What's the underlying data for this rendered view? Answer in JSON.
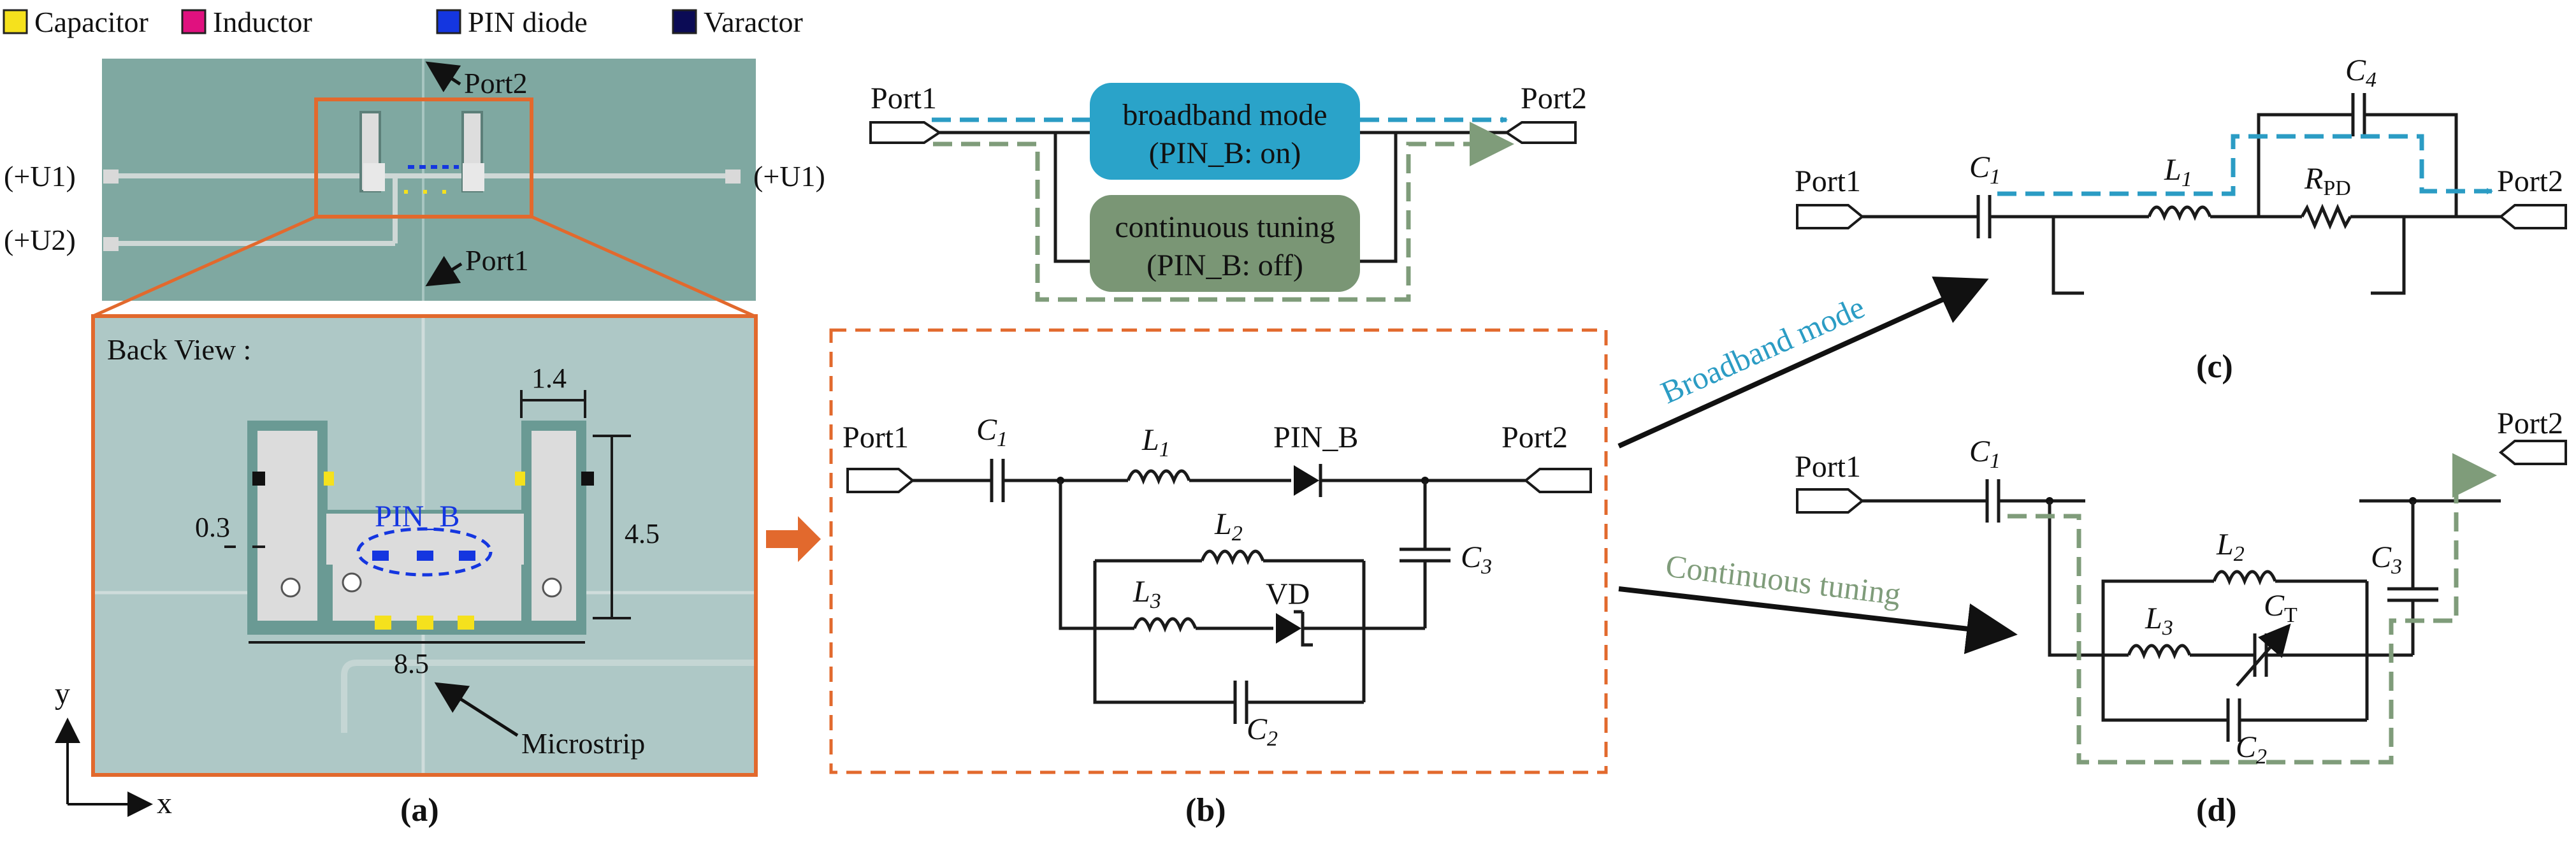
{
  "legend": {
    "capacitor": "Capacitor",
    "inductor": "Inductor",
    "pin_diode": "PIN diode",
    "varactor": "Varactor",
    "colors": {
      "capacitor": "#f5e11d",
      "inductor": "#e0117f",
      "pin_diode": "#1436e0",
      "varactor": "#0b0b55"
    }
  },
  "panel_a": {
    "port2": "Port2",
    "port1": "Port1",
    "u1_left": "(+U1)",
    "u1_right": "(+U1)",
    "u2": "(+U2)",
    "back_view": "Back View :",
    "pin_b": "PIN_B",
    "dim_14": "1.4",
    "dim_03": "0.3",
    "dim_45": "4.5",
    "dim_85": "8.5",
    "microstrip": "Microstrip",
    "axis_y": "y",
    "axis_x": "x",
    "caption": "(a)"
  },
  "panel_b": {
    "port1_top": "Port1",
    "port2_top": "Port2",
    "broadband_mode": "broadband mode",
    "pin_b_on": "(PIN_B: on)",
    "continuous_tuning": "continuous tuning",
    "pin_b_off": "(PIN_B: off)",
    "port1": "Port1",
    "port2": "Port2",
    "c1": "C",
    "c1_sub": "1",
    "l1": "L",
    "l1_sub": "1",
    "pin_b": "PIN_B",
    "l2": "L",
    "l2_sub": "2",
    "l3": "L",
    "l3_sub": "3",
    "vd": "VD",
    "c3": "C",
    "c3_sub": "3",
    "c2": "C",
    "c2_sub": "2",
    "caption": "(b)",
    "colors": {
      "broadband": "#2aa3c9",
      "continuous": "#7a9675"
    }
  },
  "arrows": {
    "broadband": "Broadband mode",
    "continuous": "Continuous tuning"
  },
  "panel_c": {
    "port1": "Port1",
    "port2": "Port2",
    "c1": "C",
    "c1_sub": "1",
    "l1": "L",
    "l1_sub": "1",
    "c4": "C",
    "c4_sub": "4",
    "rpd": "R",
    "rpd_sub": "PD",
    "caption": "(c)"
  },
  "panel_d": {
    "port1": "Port1",
    "port2": "Port2",
    "c1": "C",
    "c1_sub": "1",
    "l2": "L",
    "l2_sub": "2",
    "l3": "L",
    "l3_sub": "3",
    "ct": "C",
    "ct_sub": "T",
    "c3": "C",
    "c3_sub": "3",
    "c2": "C",
    "c2_sub": "2",
    "caption": "(d)"
  }
}
